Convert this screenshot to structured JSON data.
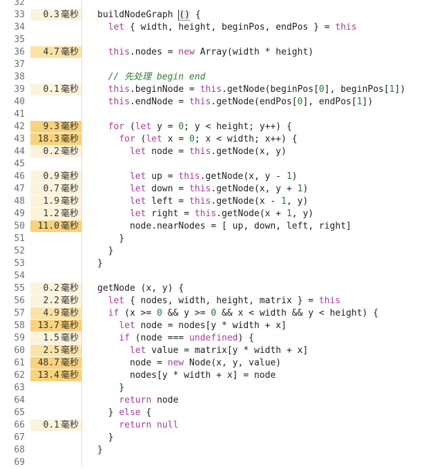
{
  "editor": {
    "unit": "毫秒",
    "heat_colors": {
      "low": "#fdf3dc",
      "mid": "#fbe3a8",
      "high": "#f9d27c"
    },
    "lines": [
      {
        "n": "32",
        "t": "",
        "heat": "",
        "code": ""
      },
      {
        "n": "33",
        "t": "0.3",
        "heat": "low",
        "code": "buildNodeGraph () {"
      },
      {
        "n": "34",
        "t": "",
        "heat": "",
        "code": "  let { width, height, beginPos, endPos } = this"
      },
      {
        "n": "35",
        "t": "",
        "heat": "",
        "code": ""
      },
      {
        "n": "36",
        "t": "4.7",
        "heat": "mid",
        "code": "  this.nodes = new Array(width * height)"
      },
      {
        "n": "37",
        "t": "",
        "heat": "",
        "code": ""
      },
      {
        "n": "38",
        "t": "",
        "heat": "",
        "code": "  // 先处理 begin end"
      },
      {
        "n": "39",
        "t": "0.1",
        "heat": "low",
        "code": "  this.beginNode = this.getNode(beginPos[0], beginPos[1])"
      },
      {
        "n": "40",
        "t": "",
        "heat": "",
        "code": "  this.endNode = this.getNode(endPos[0], endPos[1])"
      },
      {
        "n": "41",
        "t": "",
        "heat": "",
        "code": ""
      },
      {
        "n": "42",
        "t": "9.3",
        "heat": "high",
        "code": "  for (let y = 0; y < height; y++) {"
      },
      {
        "n": "43",
        "t": "18.3",
        "heat": "high",
        "code": "    for (let x = 0; x < width; x++) {"
      },
      {
        "n": "44",
        "t": "0.2",
        "heat": "low",
        "code": "      let node = this.getNode(x, y)"
      },
      {
        "n": "45",
        "t": "",
        "heat": "",
        "code": ""
      },
      {
        "n": "46",
        "t": "0.9",
        "heat": "low",
        "code": "      let up = this.getNode(x, y - 1)"
      },
      {
        "n": "47",
        "t": "0.7",
        "heat": "low",
        "code": "      let down = this.getNode(x, y + 1)"
      },
      {
        "n": "48",
        "t": "1.9",
        "heat": "low",
        "code": "      let left = this.getNode(x - 1, y)"
      },
      {
        "n": "49",
        "t": "1.2",
        "heat": "low",
        "code": "      let right = this.getNode(x + 1, y)"
      },
      {
        "n": "50",
        "t": "11.0",
        "heat": "high",
        "code": "      node.nearNodes = [ up, down, left, right]"
      },
      {
        "n": "51",
        "t": "",
        "heat": "",
        "code": "    }"
      },
      {
        "n": "52",
        "t": "",
        "heat": "",
        "code": "  }"
      },
      {
        "n": "53",
        "t": "",
        "heat": "",
        "code": "}"
      },
      {
        "n": "54",
        "t": "",
        "heat": "",
        "code": ""
      },
      {
        "n": "55",
        "t": "0.2",
        "heat": "low",
        "code": "getNode (x, y) {"
      },
      {
        "n": "56",
        "t": "2.2",
        "heat": "low",
        "code": "  let { nodes, width, height, matrix } = this"
      },
      {
        "n": "57",
        "t": "4.9",
        "heat": "mid",
        "code": "  if (x >= 0 && y >= 0 && x < width && y < height) {"
      },
      {
        "n": "58",
        "t": "13.7",
        "heat": "high",
        "code": "    let node = nodes[y * width + x]"
      },
      {
        "n": "59",
        "t": "1.5",
        "heat": "low",
        "code": "    if (node === undefined) {"
      },
      {
        "n": "60",
        "t": "2.5",
        "heat": "mid",
        "code": "      let value = matrix[y * width + x]"
      },
      {
        "n": "61",
        "t": "48.7",
        "heat": "high",
        "code": "      node = new Node(x, y, value)"
      },
      {
        "n": "62",
        "t": "13.4",
        "heat": "high",
        "code": "      nodes[y * width + x] = node"
      },
      {
        "n": "63",
        "t": "",
        "heat": "",
        "code": "    }"
      },
      {
        "n": "64",
        "t": "",
        "heat": "",
        "code": "    return node"
      },
      {
        "n": "65",
        "t": "",
        "heat": "",
        "code": "  } else {"
      },
      {
        "n": "66",
        "t": "0.1",
        "heat": "low",
        "code": "    return null"
      },
      {
        "n": "67",
        "t": "",
        "heat": "",
        "code": "  }"
      },
      {
        "n": "68",
        "t": "",
        "heat": "",
        "code": "}"
      },
      {
        "n": "69",
        "t": "",
        "heat": "",
        "code": ""
      }
    ]
  }
}
